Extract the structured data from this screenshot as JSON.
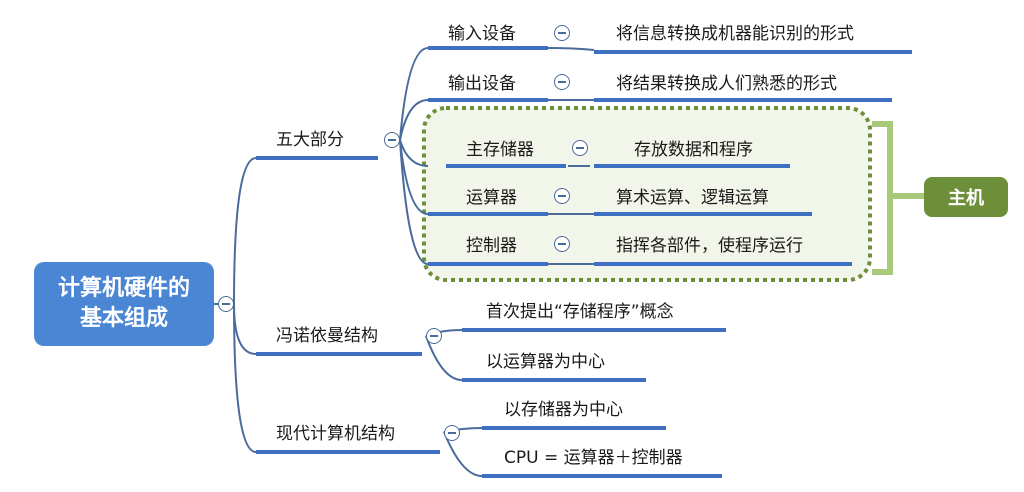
{
  "root": {
    "title": "计算机硬件的基本组成"
  },
  "branches": {
    "five_parts": {
      "label": "五大部分",
      "input": {
        "label": "输入设备",
        "desc": "将信息转换成机器能识别的形式"
      },
      "output": {
        "label": "输出设备",
        "desc": "将结果转换成人们熟悉的形式"
      },
      "memory": {
        "label": "主存储器",
        "desc": "存放数据和程序"
      },
      "alu": {
        "label": "运算器",
        "desc": "算术运算、逻辑运算"
      },
      "controller": {
        "label": "控制器",
        "desc": "指挥各部件，使程序运行"
      }
    },
    "von_neumann": {
      "label": "冯诺依曼结构",
      "items": [
        "首次提出“存储程序”概念",
        "以运算器为中心"
      ]
    },
    "modern": {
      "label": "现代计算机结构",
      "items": [
        "以存储器为中心",
        "CPU = 运算器＋控制器"
      ]
    }
  },
  "summary": {
    "label": "主机"
  },
  "colors": {
    "root": "#4a86d4",
    "underline": "#3f6fc0",
    "connector": "#4a6b9c",
    "group_border": "#6e8f3a",
    "group_fill": "#f2f5ea",
    "host": "#6e8f3a",
    "bracket": "#a8c97a"
  }
}
